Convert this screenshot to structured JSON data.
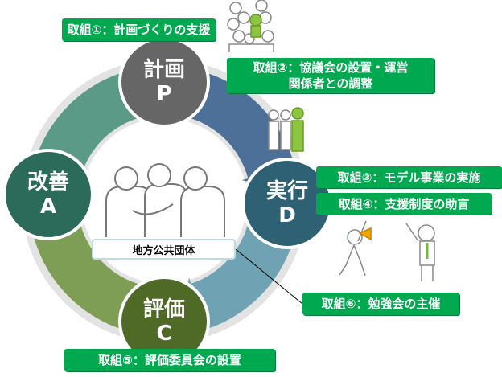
{
  "cycle": {
    "plan": {
      "label": "計画",
      "letter": "P",
      "color": "#666666"
    },
    "do": {
      "label": "実行",
      "letter": "D",
      "color": "#2f6174"
    },
    "check": {
      "label": "評価",
      "letter": "C",
      "color": "#4e6a26"
    },
    "act": {
      "label": "改善",
      "letter": "A",
      "color": "#2c6a5a"
    }
  },
  "center_label": "地方公共団体",
  "initiatives": [
    {
      "text": "取組①：計画づくりの支援"
    },
    {
      "text": "取組②：協議会の設置・運営",
      "text2": "関係者との調整"
    },
    {
      "text": "取組③：モデル事業の実施"
    },
    {
      "text": "取組④：支援制度の助言"
    },
    {
      "text": "取組⑤：評価委員会の設置"
    },
    {
      "text": "取組⑥：勉強会の主催"
    }
  ],
  "colors": {
    "tag": "#00a84f",
    "ring": "#e3e3e3",
    "accent_person": "#8cc63f"
  }
}
